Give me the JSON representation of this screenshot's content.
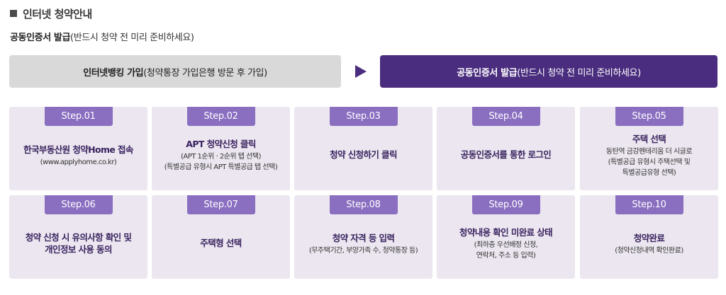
{
  "header": {
    "title": "인터넷 청약안내"
  },
  "subtitle": {
    "bold": "공동인증서 발급",
    "rest": "(반드시 청약 전 미리 준비하세요)"
  },
  "path_left": {
    "bold": "인터넷뱅킹 가입",
    "rest": "(청약통장 가입은행 방문 후 가입)"
  },
  "path_right": {
    "bold": "공동인증서 발급",
    "rest": "(반드시 청약 전 미리 준비하세요)"
  },
  "steps": [
    {
      "badge": "Step.01",
      "title": "한국부동산원 청약Home 접속",
      "desc": "(www.applyhome.co.kr)"
    },
    {
      "badge": "Step.02",
      "title": "APT 청약신청 클릭",
      "desc": "(APT 1순위 · 2순위 탭 선택)\n(특별공급 유형시 APT 특별공급 탭 선택)"
    },
    {
      "badge": "Step.03",
      "title": "청약 신청하기 클릭",
      "desc": ""
    },
    {
      "badge": "Step.04",
      "title": "공동인증서를 통한 로그인",
      "desc": ""
    },
    {
      "badge": "Step.05",
      "title": "주택 선택",
      "desc": "동탄역 금강펜테리움 더 시글로\n(특별공급 유형시 주택선택 및\n특별공급유형 선택)"
    },
    {
      "badge": "Step.06",
      "title": "청약 신청 시 유의사항 확인 및\n개인정보 사용 동의",
      "desc": ""
    },
    {
      "badge": "Step.07",
      "title": "주택형 선택",
      "desc": ""
    },
    {
      "badge": "Step.08",
      "title": "청약 자격 등 입력",
      "desc": "(무주택기간, 부양가족 수, 청약통장 등)"
    },
    {
      "badge": "Step.09",
      "title": "청약내용 확인 미완료 상태",
      "desc": "(최하층 우선배정 신청,\n연락처, 주소 등 입력)"
    },
    {
      "badge": "Step.10",
      "title": "청약완료",
      "desc": "(청약신청내역 확인완료)"
    }
  ]
}
